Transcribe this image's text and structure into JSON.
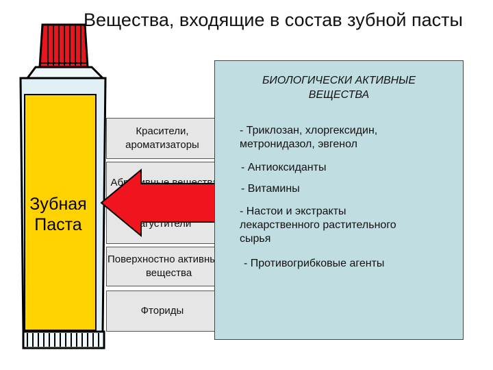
{
  "title": "Вещества, входящие в состав зубной пасты",
  "tube": {
    "label_line1": "Зубная",
    "label_line2": "Паста",
    "colors": {
      "cap": "#e8171e",
      "body": "#ffd200",
      "sheen": "#dfeff4",
      "outline": "#000000"
    }
  },
  "categories": [
    {
      "line1": "Красители,",
      "line2": "ароматизаторы"
    },
    {
      "line1": "Абразивные вещества",
      "line2": ""
    },
    {
      "line1": "Загустители",
      "line2": ""
    },
    {
      "line1": "Поверхностно активные",
      "line2": "вещества"
    },
    {
      "line1": "Фториды",
      "line2": ""
    }
  ],
  "arrow": {
    "color": "#f0141e",
    "icon": "arrow-left-icon"
  },
  "bio": {
    "title_line1": "БИОЛОГИЧЕСКИ АКТИВНЫЕ",
    "title_line2": "ВЕЩЕСТВА",
    "background": "#c0dde2",
    "items": [
      {
        "line1": "- Триклозан, хлоргексидин,",
        "line2": "метронидазол, эвгенол",
        "line3": ""
      },
      {
        "line1": "- Антиоксиданты",
        "line2": "",
        "line3": ""
      },
      {
        "line1": "- Витамины",
        "line2": "",
        "line3": ""
      },
      {
        "line1": "- Настои и экстракты",
        "line2": "лекарственного растительного",
        "line3": "сырья"
      },
      {
        "line1": "- Противогрибковые агенты",
        "line2": "",
        "line3": ""
      }
    ]
  }
}
